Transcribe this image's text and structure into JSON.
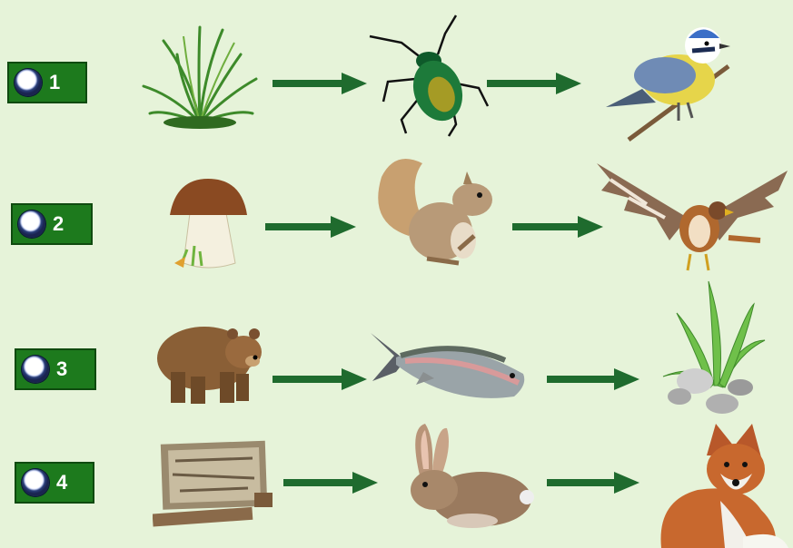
{
  "options": [
    {
      "number": "1",
      "chain": [
        "grass-icon",
        "beetle-icon",
        "bird-icon"
      ]
    },
    {
      "number": "2",
      "chain": [
        "mushroom-icon",
        "squirrel-icon",
        "hawk-icon"
      ]
    },
    {
      "number": "3",
      "chain": [
        "bear-icon",
        "fish-icon",
        "waterplant-icon"
      ]
    },
    {
      "number": "4",
      "chain": [
        "bark-icon",
        "rabbit-icon",
        "fox-icon"
      ]
    }
  ],
  "colors": {
    "background": "#e6f3d9",
    "option": "#1d7a1d",
    "arrow": "#1f6b2e"
  }
}
